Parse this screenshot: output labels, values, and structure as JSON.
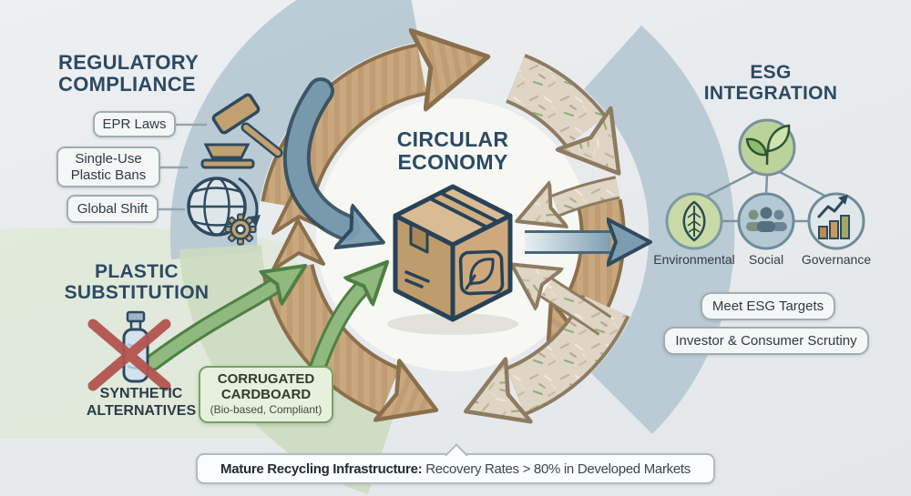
{
  "regulatory": {
    "heading": "REGULATORY\nCOMPLIANCE",
    "items": [
      "EPR Laws",
      "Single-Use Plastic Bans",
      "Global Shift"
    ],
    "icons": [
      "gavel-icon",
      "globe-regulations-icon",
      "gear-icon"
    ]
  },
  "plastic": {
    "heading": "PLASTIC\nSUBSTITUTION",
    "alt_label": "SYNTHETIC ALTERNATIVES",
    "solution": {
      "line1": "CORRUGATED",
      "line2": "CARDBOARD",
      "line3": "(Bio-based, Compliant)"
    },
    "icons": [
      "plastic-bottle-icon",
      "red-x-icon",
      "green-upcycle-arrows"
    ]
  },
  "center": {
    "heading": "CIRCULAR\nECONOMY",
    "icon": "cardboard-box-leaf-icon"
  },
  "esg": {
    "heading": "ESG\nINTEGRATION",
    "top_icon": "plant-sprout-icon",
    "pillars": [
      {
        "label": "Environmental",
        "icon": "leaf-icon"
      },
      {
        "label": "Social",
        "icon": "people-icon"
      },
      {
        "label": "Governance",
        "icon": "growth-chart-icon"
      }
    ],
    "notes": [
      "Meet ESG Targets",
      "Investor & Consumer Scrutiny"
    ]
  },
  "footer": {
    "bold": "Mature Recycling Infrastructure:",
    "rest": " Recovery Rates > 80% in Developed Markets"
  },
  "colors": {
    "heading": "#2c4a63",
    "cardboard_tan": "#c9a87e",
    "cardboard_outline": "#8a6f4c",
    "recycled_paper": "#ded5c5",
    "paper_outline": "#8d7c62",
    "blue_arrow": "#7c9db1",
    "navy_outline": "#2e4a5e",
    "green_arrow": "#8fb97f",
    "green_arrow_outline": "#4f7f44",
    "band_blue": "#b7c9d4",
    "band_green": "#ccdcc0",
    "red_x": "#b3544e"
  }
}
